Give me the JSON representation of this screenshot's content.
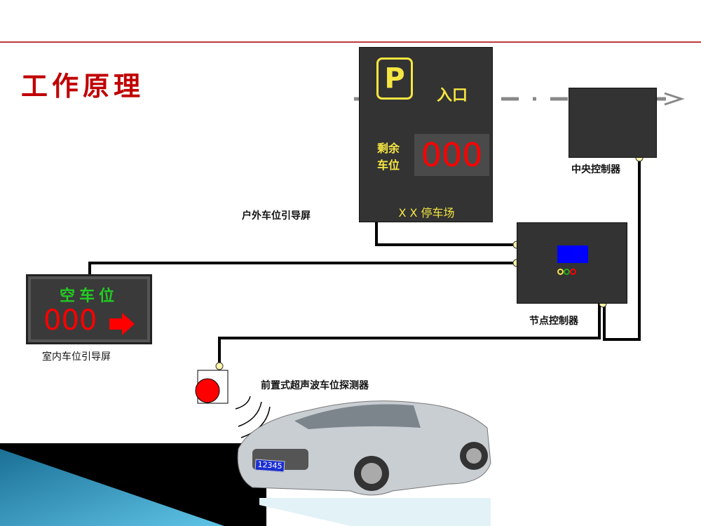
{
  "title": "工作原理",
  "outdoor_screen": {
    "parking_symbol": "P",
    "entrance": "入口",
    "remaining_label_1": "剩余",
    "remaining_label_2": "车位",
    "count": "000",
    "lot_name": "X X 停车场",
    "caption": "户外车位引导屏"
  },
  "central_controller": {
    "caption": "中央控制器"
  },
  "node_controller": {
    "caption": "节点控制器"
  },
  "indoor_screen": {
    "heading": "空车位",
    "count": "000",
    "caption": "室内车位引导屏"
  },
  "detector": {
    "caption": "前置式超声波车位探测器"
  },
  "car": {
    "plate": "12345"
  },
  "colors": {
    "accent_red": "#c00000",
    "panel": "#333333",
    "led_yellow": "#f5e642",
    "led_green": "#22cc22",
    "led_red": "#ff0000"
  }
}
